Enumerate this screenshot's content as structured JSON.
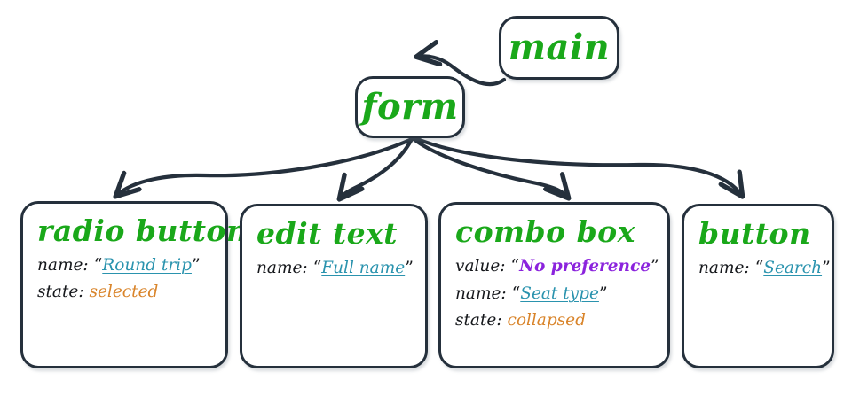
{
  "diagram": {
    "type": "accessibility-tree",
    "nodes": [
      {
        "id": "main",
        "title": "main",
        "attrs": []
      },
      {
        "id": "form",
        "title": "form",
        "attrs": []
      },
      {
        "id": "radio-button",
        "title": "radio button",
        "attrs": [
          {
            "key": "name:",
            "value": "Round trip",
            "kind": "name",
            "quoted": true
          },
          {
            "key": "state:",
            "value": "selected",
            "kind": "state",
            "quoted": false
          }
        ]
      },
      {
        "id": "edit-text",
        "title": "edit text",
        "attrs": [
          {
            "key": "name:",
            "value": "Full name",
            "kind": "name",
            "quoted": true
          }
        ]
      },
      {
        "id": "combo-box",
        "title": "combo box",
        "attrs": [
          {
            "key": "value:",
            "value": "No preference",
            "kind": "value",
            "quoted": true
          },
          {
            "key": "name:",
            "value": "Seat type",
            "kind": "name",
            "quoted": true
          },
          {
            "key": "state:",
            "value": "collapsed",
            "kind": "state",
            "quoted": false
          }
        ]
      },
      {
        "id": "button",
        "title": "button",
        "attrs": [
          {
            "key": "name:",
            "value": "Search",
            "kind": "name",
            "quoted": true
          }
        ]
      }
    ],
    "edges": [
      {
        "from": "main",
        "to": "form"
      },
      {
        "from": "form",
        "to": "radio-button"
      },
      {
        "from": "form",
        "to": "edit-text"
      },
      {
        "from": "form",
        "to": "combo-box"
      },
      {
        "from": "form",
        "to": "button"
      }
    ],
    "colors": {
      "stroke": "#25303c",
      "node_title": "#1aa81a",
      "attr_key": "#16181c",
      "name_value": "#2a93ae",
      "state_value": "#d9842a",
      "value_value": "#8b23dd",
      "background": "#ffffff"
    },
    "quotes": {
      "open": "“",
      "close": "”"
    }
  }
}
